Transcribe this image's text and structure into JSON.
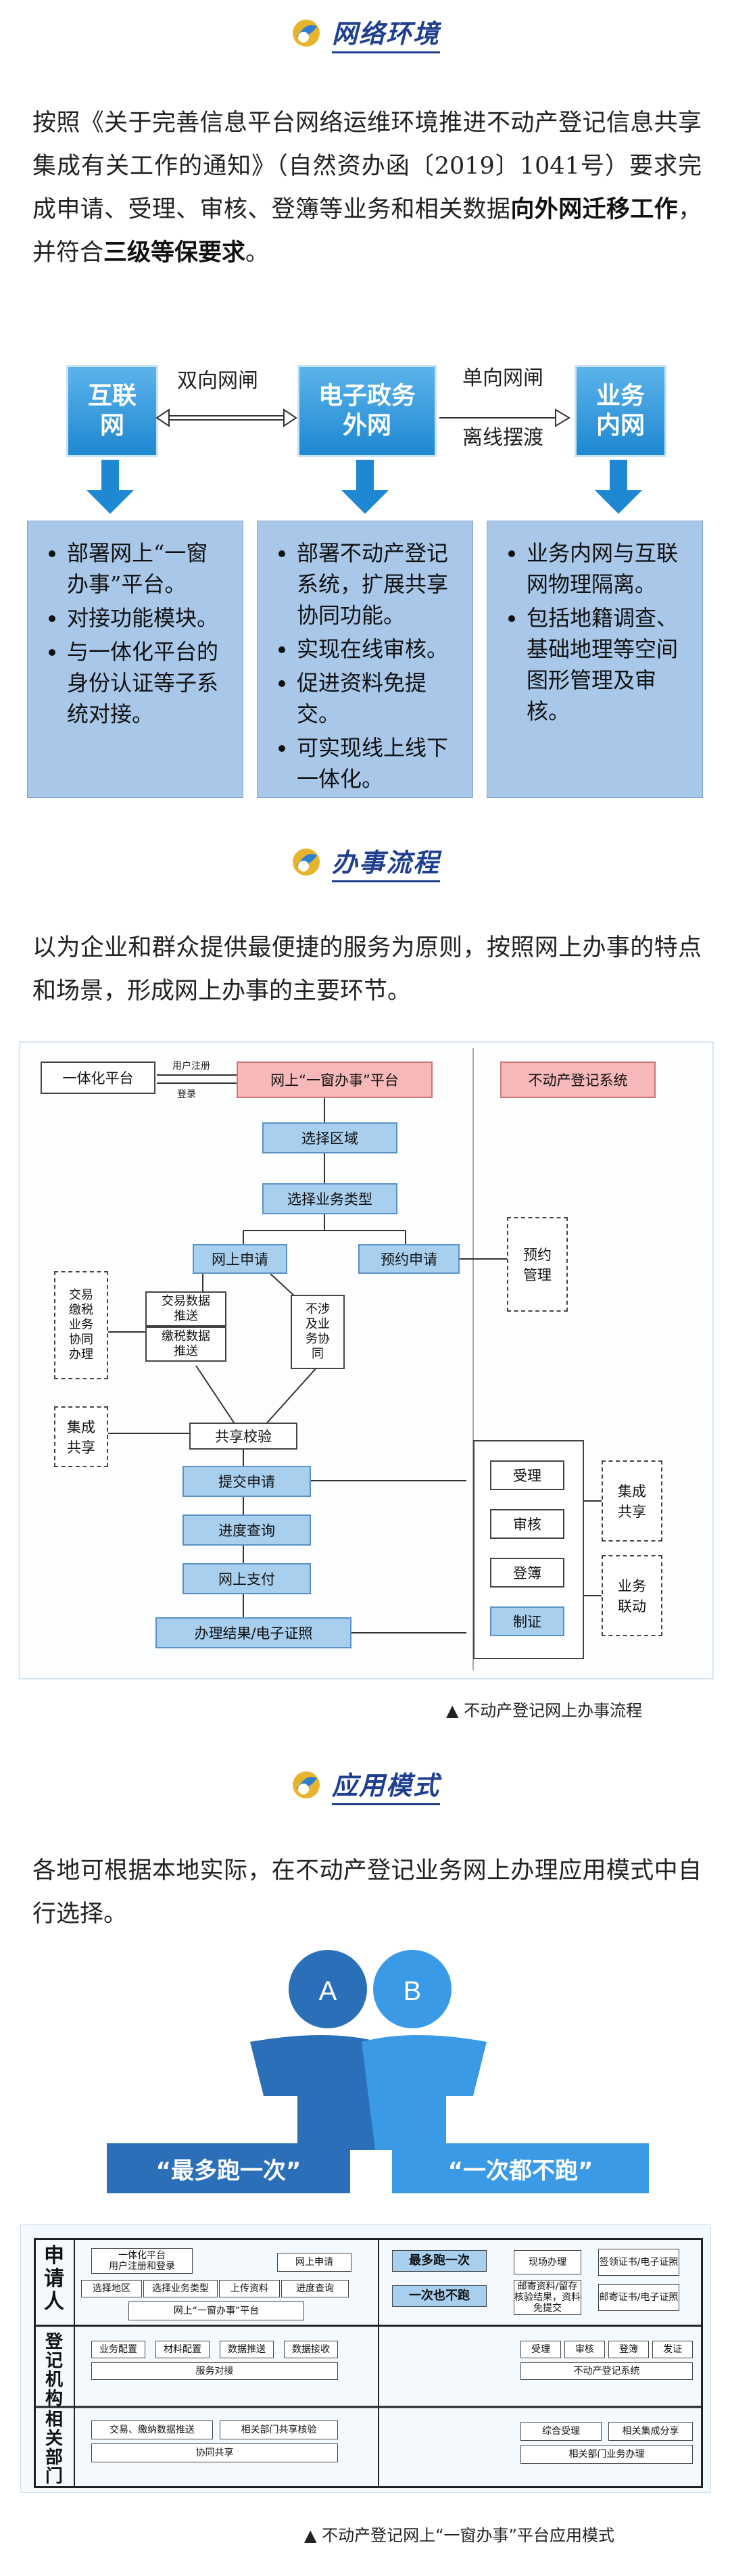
{
  "sections": {
    "s1": {
      "title": "网络环境",
      "icon": "leaf-logo-icon"
    },
    "s2": {
      "title": "办事流程",
      "icon": "leaf-logo-icon"
    },
    "s3": {
      "title": "应用模式",
      "icon": "leaf-logo-icon"
    }
  },
  "intro": {
    "p1a": "按照《关于完善信息平台网络运维环境推进不动产登记信息共享集成有关工作的通知》（自然资办函〔2019〕1041号）要求完成申请、受理、审核、登簿等业务和相关数据",
    "p1b": "向外网迁移工作",
    "p1c": "，并符合",
    "p1d": "三级等保要求",
    "p1e": "。"
  },
  "network": {
    "box1": "互联\n网",
    "box2": "电子政务\n外网",
    "box3": "业务\n内网",
    "link1": "双向网闸",
    "link2a": "单向网闸",
    "link2b": "离线摆渡",
    "col1": [
      "部署网上“一窗办事”平台。",
      "对接功能模块。",
      "与一体化平台的身份认证等子系统对接。"
    ],
    "col2": [
      "部署不动产登记系统，扩展共享协同功能。",
      "实现在线审核。",
      "促进资料免提交。",
      "可实现线上线下一体化。"
    ],
    "col3": [
      "业务内网与互联网物理隔离。",
      "包括地籍调查、基础地理等空间图形管理及审核。"
    ]
  },
  "process": {
    "intro": "以为企业和群众提供最便捷的服务为原则，按照网上办事的特点和场景，形成网上办事的主要环节。",
    "flow": {
      "yitihua": "一体化平台",
      "user_reg": "用户注册",
      "login": "登录",
      "wangshang": "网上“一窗办事”平台",
      "bdc": "不动产登记系统",
      "region": "选择区域",
      "biztype": "选择业务类型",
      "online_apply": "网上申请",
      "booking": "预约申请",
      "booking_mgmt": "预约\n管理",
      "trade_tax": "交易\n缴税\n业务\n协同\n办理",
      "trade_push": "交易数据\n推送",
      "tax_push": "缴税数据\n推送",
      "not_involved": "不涉\n及业\n务协\n同",
      "integration": "集成\n共享",
      "share_check": "共享校验",
      "submit": "提交申请",
      "progress": "进度查询",
      "pay": "网上支付",
      "result": "办理结果/电子证照",
      "accept": "受理",
      "review": "审核",
      "register": "登簿",
      "cert": "制证",
      "int_share": "集成\n共享",
      "linkage": "业务\n联动"
    },
    "caption": "不动产登记网上办事流程"
  },
  "mode": {
    "intro": "各地可根据本地实际，在不动产登记业务网上办理应用模式中自行选择。",
    "person_a": "A",
    "person_b": "B",
    "banner1": "“最多跑一次”",
    "banner2": "“一次都不跑”",
    "rows": {
      "r1": "申\n请\n人",
      "r2": "登\n记\n机\n构",
      "r3": "相\n关\n部\n门"
    },
    "t": {
      "yitihua": "一体化平台\n用户注册和登录",
      "online": "网上申请",
      "sel_region": "选择地区",
      "sel_type": "选择业务类型",
      "upload": "上传资料",
      "progress": "进度查询",
      "platform": "网上“一窗办事”平台",
      "most_once": "最多跑一次",
      "scene": "现场办理",
      "sign": "签领证书/电子证照",
      "never": "一次也不跑",
      "mail": "邮寄资料/留存核验结果，资料免提交",
      "mail_cert": "邮寄证书/电子证照",
      "biz_cfg": "业务配置",
      "mat_cfg": "材料配置",
      "data_push": "数据推送",
      "data_recv": "数据接收",
      "svc": "服务对接",
      "accept": "受理",
      "review": "审核",
      "register": "登簿",
      "issue": "发证",
      "bdc": "不动产登记系统",
      "trade": "交易、缴纳数据推送",
      "dept_check": "相关部门共享核验",
      "collab": "协同共享",
      "comp_share": "综合受理",
      "dept_int": "相关集成分享",
      "dept_biz": "相关部门业务办理"
    },
    "caption": "不动产登记网上“一窗办事”平台应用模式"
  },
  "colors": {
    "accent": "#1e88d2",
    "title": "#1f3f8f",
    "banner": "#2f8fdc"
  }
}
